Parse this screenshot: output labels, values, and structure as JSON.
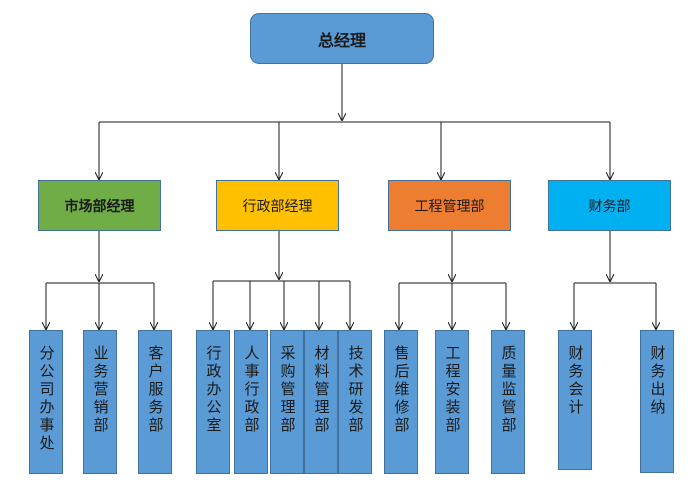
{
  "root": {
    "label": "总经理"
  },
  "departments": [
    {
      "label": "市场部经理"
    },
    {
      "label": "行政部经理"
    },
    {
      "label": "工程管理部"
    },
    {
      "label": "财务部"
    }
  ],
  "leaves": [
    {
      "label": "分公司办事处"
    },
    {
      "label": "业务营销部"
    },
    {
      "label": "客户服务部"
    },
    {
      "label": "行政办公室"
    },
    {
      "label": "人事行政部"
    },
    {
      "label": "采购管理部"
    },
    {
      "label": "材料管理部"
    },
    {
      "label": "技术研发部"
    },
    {
      "label": "售后维修部"
    },
    {
      "label": "工程安装部"
    },
    {
      "label": "质量监管部"
    },
    {
      "label": "财务会计"
    },
    {
      "label": "财务出纳"
    }
  ],
  "colors": {
    "root": "#5b9bd5",
    "market": "#70ad47",
    "admin": "#ffc000",
    "engineering": "#ed7d31",
    "finance": "#00b0f0",
    "leaf": "#5b9bd5",
    "line": "#1a1a1a"
  }
}
